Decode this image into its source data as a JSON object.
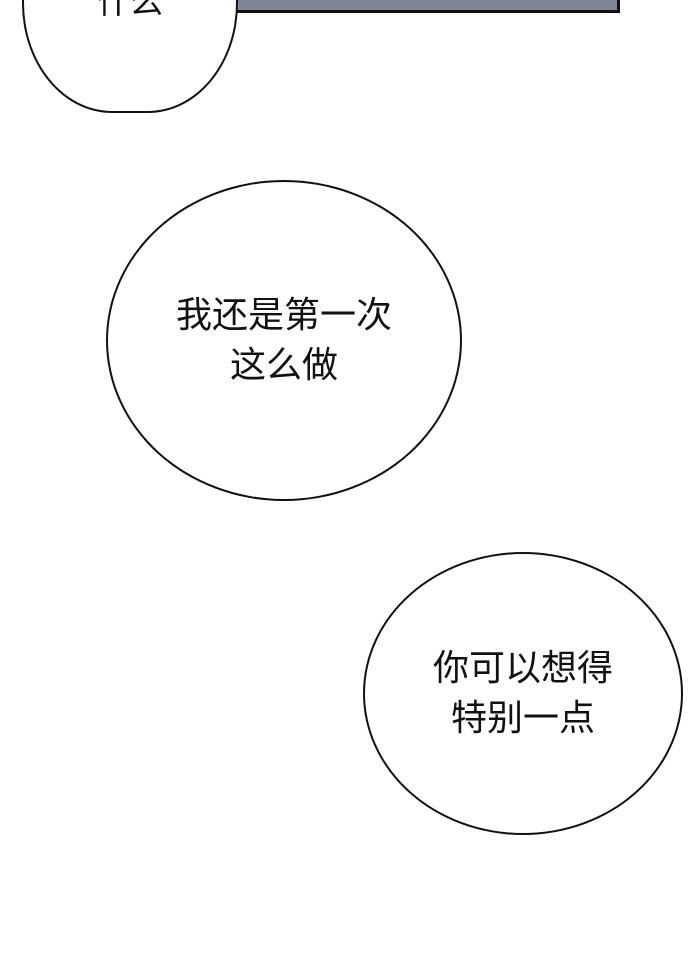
{
  "bubbles": [
    {
      "lines": [
        "什么"
      ]
    },
    {
      "lines": [
        "我还是第一次",
        "这么做"
      ]
    },
    {
      "lines": [
        "你可以想得",
        "特别一点"
      ]
    }
  ],
  "colors": {
    "panel": "#7d8597",
    "outline": "#111111"
  }
}
